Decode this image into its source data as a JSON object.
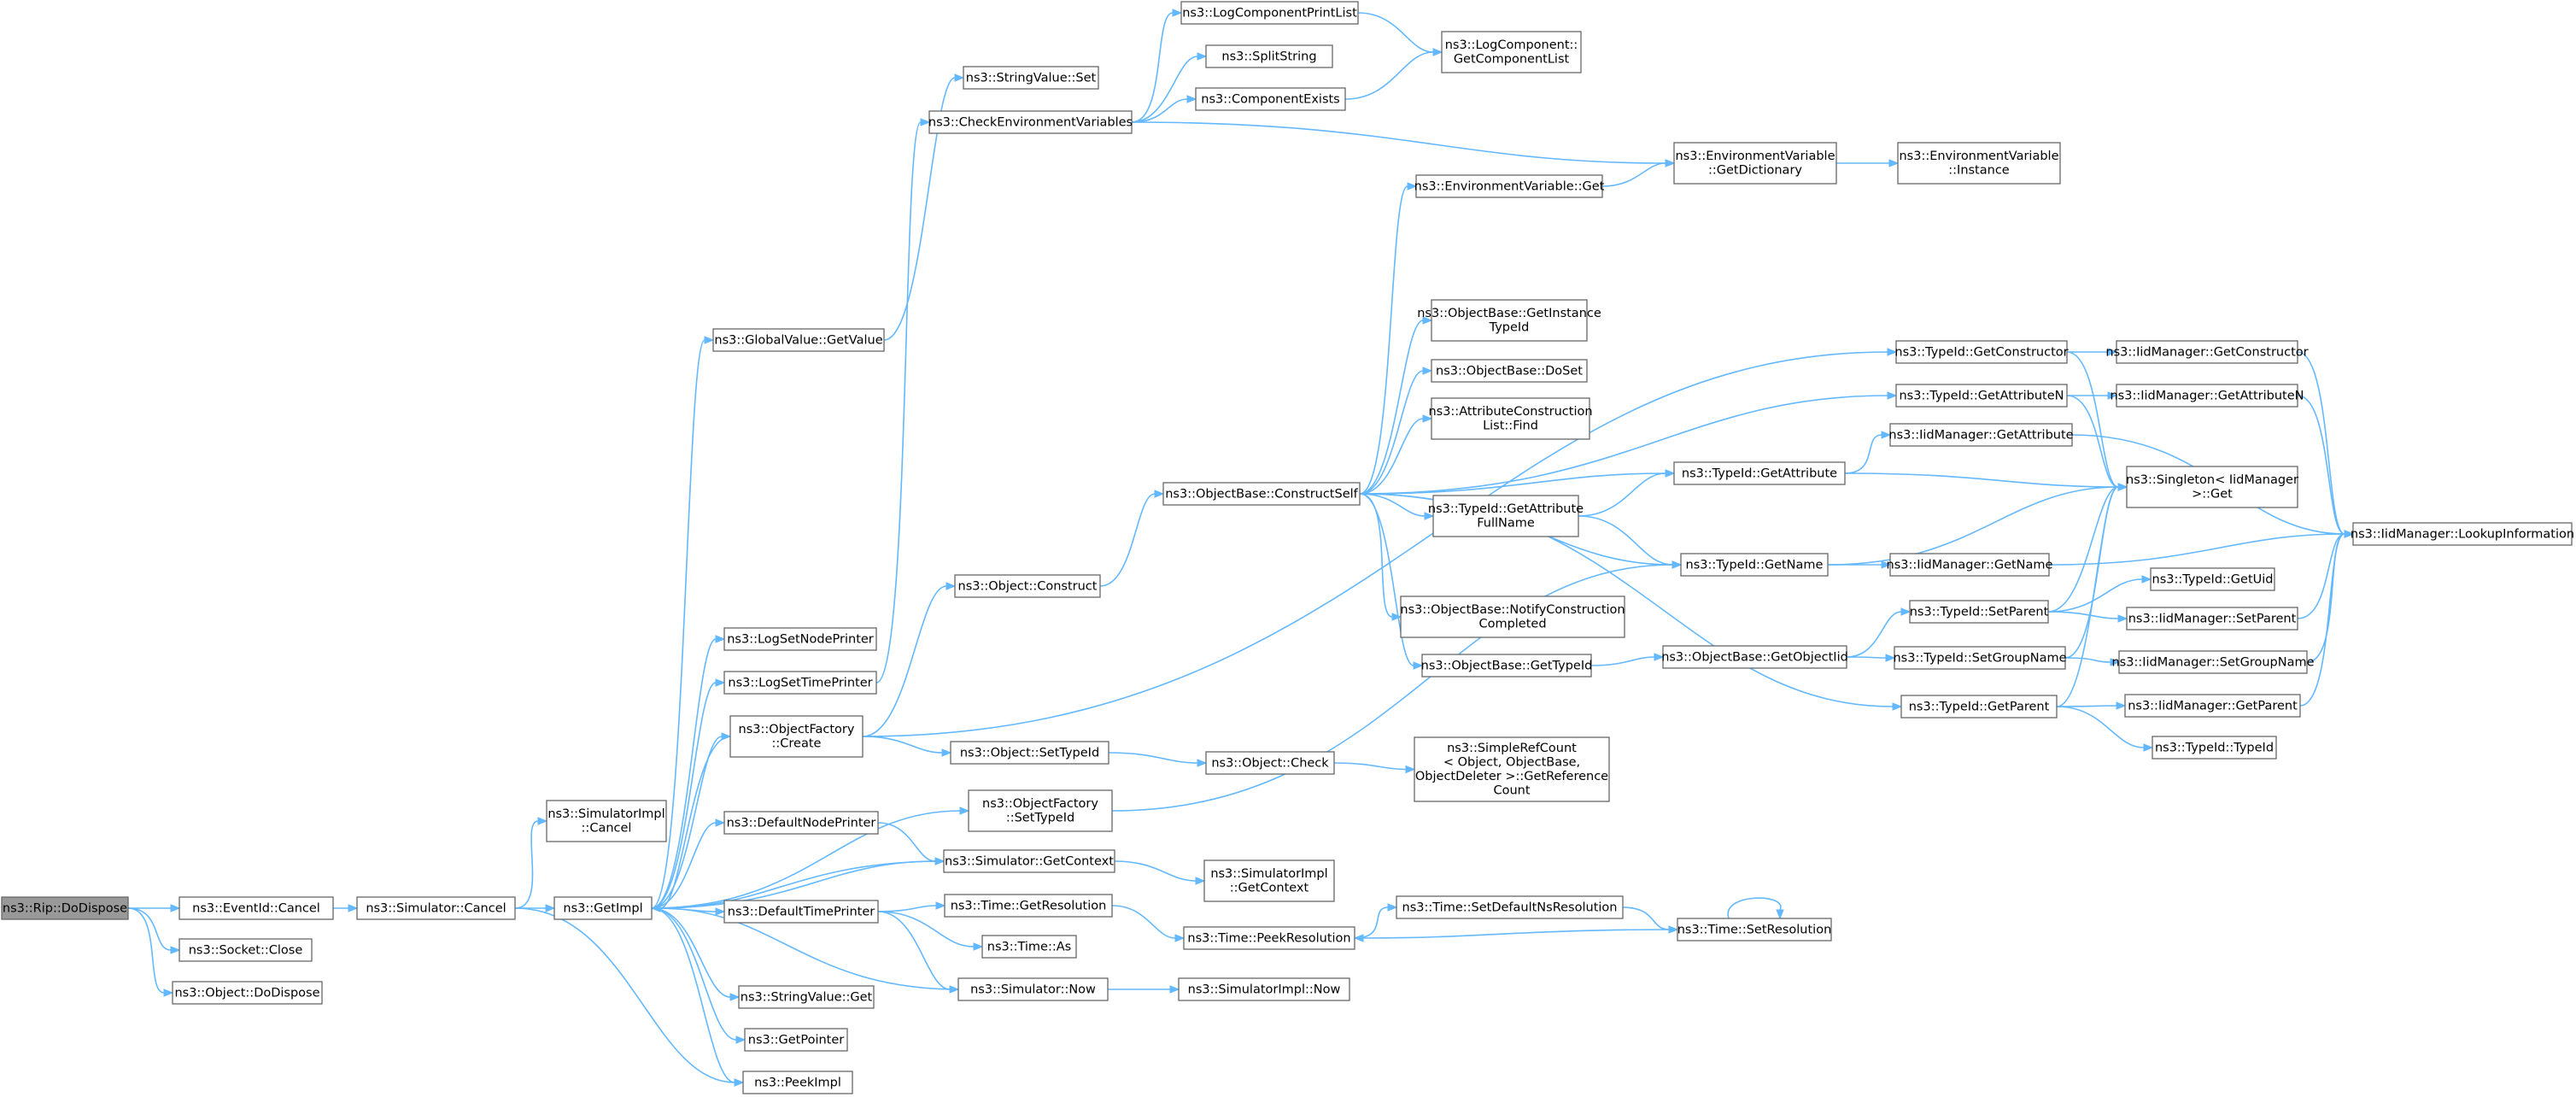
{
  "graph": {
    "edge_color": "#63b8ff",
    "node_border_color": "#666666",
    "focus_fill_color": "#999999",
    "nodes": [
      {
        "id": "n0",
        "lines": [
          "ns3::Rip::DoDispose"
        ],
        "focus": true
      },
      {
        "id": "n1",
        "lines": [
          "ns3::EventId::Cancel"
        ]
      },
      {
        "id": "n2",
        "lines": [
          "ns3::Socket::Close"
        ]
      },
      {
        "id": "n3",
        "lines": [
          "ns3::Object::DoDispose"
        ]
      },
      {
        "id": "n4",
        "lines": [
          "ns3::Simulator::Cancel"
        ]
      },
      {
        "id": "n5",
        "lines": [
          "ns3::SimulatorImpl",
          "::Cancel"
        ]
      },
      {
        "id": "n6",
        "lines": [
          "ns3::GetImpl"
        ]
      },
      {
        "id": "n7",
        "lines": [
          "ns3::PeekImpl"
        ]
      },
      {
        "id": "n8",
        "lines": [
          "ns3::GlobalValue::GetValue"
        ]
      },
      {
        "id": "n9",
        "lines": [
          "ns3::LogSetNodePrinter"
        ]
      },
      {
        "id": "n10",
        "lines": [
          "ns3::LogSetTimePrinter"
        ]
      },
      {
        "id": "n11",
        "lines": [
          "ns3::ObjectFactory",
          "::Create"
        ]
      },
      {
        "id": "n12",
        "lines": [
          "ns3::DefaultNodePrinter"
        ]
      },
      {
        "id": "n13",
        "lines": [
          "ns3::DefaultTimePrinter"
        ]
      },
      {
        "id": "n14",
        "lines": [
          "ns3::StringValue::Get"
        ]
      },
      {
        "id": "n15",
        "lines": [
          "ns3::GetPointer"
        ]
      },
      {
        "id": "n16",
        "lines": [
          "ns3::StringValue::Set"
        ]
      },
      {
        "id": "n17",
        "lines": [
          "ns3::CheckEnvironmentVariables"
        ]
      },
      {
        "id": "n18",
        "lines": [
          "ns3::Object::Construct"
        ]
      },
      {
        "id": "n19",
        "lines": [
          "ns3::Object::SetTypeId"
        ]
      },
      {
        "id": "n20",
        "lines": [
          "ns3::ObjectFactory",
          "::SetTypeId"
        ]
      },
      {
        "id": "n21",
        "lines": [
          "ns3::Simulator::GetContext"
        ]
      },
      {
        "id": "n22",
        "lines": [
          "ns3::Time::GetResolution"
        ]
      },
      {
        "id": "n23",
        "lines": [
          "ns3::Time::As"
        ]
      },
      {
        "id": "n24",
        "lines": [
          "ns3::Simulator::Now"
        ]
      },
      {
        "id": "n25",
        "lines": [
          "ns3::LogComponentPrintList"
        ]
      },
      {
        "id": "n26",
        "lines": [
          "ns3::SplitString"
        ]
      },
      {
        "id": "n27",
        "lines": [
          "ns3::ComponentExists"
        ]
      },
      {
        "id": "n28",
        "lines": [
          "ns3::ObjectBase::ConstructSelf"
        ]
      },
      {
        "id": "n29",
        "lines": [
          "ns3::Object::Check"
        ]
      },
      {
        "id": "n30",
        "lines": [
          "ns3::SimulatorImpl",
          "::GetContext"
        ]
      },
      {
        "id": "n31",
        "lines": [
          "ns3::Time::PeekResolution"
        ]
      },
      {
        "id": "n32",
        "lines": [
          "ns3::SimulatorImpl::Now"
        ]
      },
      {
        "id": "n33",
        "lines": [
          "ns3::LogComponent::",
          "GetComponentList"
        ]
      },
      {
        "id": "n34",
        "lines": [
          "ns3::EnvironmentVariable::Get"
        ]
      },
      {
        "id": "n35",
        "lines": [
          "ns3::ObjectBase::GetInstance",
          "TypeId"
        ]
      },
      {
        "id": "n36",
        "lines": [
          "ns3::ObjectBase::DoSet"
        ]
      },
      {
        "id": "n37",
        "lines": [
          "ns3::AttributeConstruction",
          "List::Find"
        ]
      },
      {
        "id": "n38",
        "lines": [
          "ns3::TypeId::GetAttribute",
          "FullName"
        ]
      },
      {
        "id": "n39",
        "lines": [
          "ns3::ObjectBase::NotifyConstruction",
          "Completed"
        ]
      },
      {
        "id": "n40",
        "lines": [
          "ns3::ObjectBase::GetTypeId"
        ]
      },
      {
        "id": "n41",
        "lines": [
          "ns3::SimpleRefCount",
          "< Object, ObjectBase,",
          "ObjectDeleter >::GetReference",
          "Count"
        ]
      },
      {
        "id": "n42",
        "lines": [
          "ns3::Time::SetDefaultNsResolution"
        ]
      },
      {
        "id": "n43",
        "lines": [
          "ns3::EnvironmentVariable",
          "::GetDictionary"
        ]
      },
      {
        "id": "n44",
        "lines": [
          "ns3::TypeId::GetAttribute"
        ]
      },
      {
        "id": "n45",
        "lines": [
          "ns3::TypeId::GetName"
        ]
      },
      {
        "id": "n46",
        "lines": [
          "ns3::ObjectBase::GetObjectIid"
        ]
      },
      {
        "id": "n47",
        "lines": [
          "ns3::Time::SetResolution"
        ]
      },
      {
        "id": "n48",
        "lines": [
          "ns3::EnvironmentVariable",
          "::Instance"
        ]
      },
      {
        "id": "n49",
        "lines": [
          "ns3::TypeId::GetConstructor"
        ]
      },
      {
        "id": "n50",
        "lines": [
          "ns3::TypeId::GetAttributeN"
        ]
      },
      {
        "id": "n51",
        "lines": [
          "ns3::IidManager::GetAttribute"
        ]
      },
      {
        "id": "n52",
        "lines": [
          "ns3::IidManager::GetName"
        ]
      },
      {
        "id": "n53",
        "lines": [
          "ns3::TypeId::SetParent"
        ]
      },
      {
        "id": "n54",
        "lines": [
          "ns3::TypeId::SetGroupName"
        ]
      },
      {
        "id": "n55",
        "lines": [
          "ns3::TypeId::GetParent"
        ]
      },
      {
        "id": "n56",
        "lines": [
          "ns3::IidManager::GetConstructor"
        ]
      },
      {
        "id": "n57",
        "lines": [
          "ns3::IidManager::GetAttributeN"
        ]
      },
      {
        "id": "n58",
        "lines": [
          "ns3::Singleton< IidManager",
          ">::Get"
        ]
      },
      {
        "id": "n59",
        "lines": [
          "ns3::TypeId::GetUid"
        ]
      },
      {
        "id": "n60",
        "lines": [
          "ns3::IidManager::SetParent"
        ]
      },
      {
        "id": "n61",
        "lines": [
          "ns3::IidManager::SetGroupName"
        ]
      },
      {
        "id": "n62",
        "lines": [
          "ns3::IidManager::GetParent"
        ]
      },
      {
        "id": "n63",
        "lines": [
          "ns3::TypeId::TypeId"
        ]
      },
      {
        "id": "n64",
        "lines": [
          "ns3::IidManager::LookupInformation"
        ]
      }
    ],
    "edges": [
      [
        "n0",
        "n1"
      ],
      [
        "n0",
        "n2"
      ],
      [
        "n0",
        "n3"
      ],
      [
        "n1",
        "n4"
      ],
      [
        "n4",
        "n5"
      ],
      [
        "n4",
        "n6"
      ],
      [
        "n4",
        "n7"
      ],
      [
        "n6",
        "n7"
      ],
      [
        "n6",
        "n8"
      ],
      [
        "n6",
        "n9"
      ],
      [
        "n6",
        "n10"
      ],
      [
        "n6",
        "n11"
      ],
      [
        "n6",
        "n12"
      ],
      [
        "n6",
        "n13"
      ],
      [
        "n6",
        "n14"
      ],
      [
        "n6",
        "n15"
      ],
      [
        "n6",
        "n20"
      ],
      [
        "n6",
        "n21"
      ],
      [
        "n8",
        "n16"
      ],
      [
        "n10",
        "n17"
      ],
      [
        "n11",
        "n6"
      ],
      [
        "n11",
        "n18"
      ],
      [
        "n11",
        "n19"
      ],
      [
        "n11",
        "n49"
      ],
      [
        "n12",
        "n21"
      ],
      [
        "n13",
        "n22"
      ],
      [
        "n13",
        "n23"
      ],
      [
        "n13",
        "n24"
      ],
      [
        "n17",
        "n25"
      ],
      [
        "n17",
        "n26"
      ],
      [
        "n17",
        "n27"
      ],
      [
        "n17",
        "n43"
      ],
      [
        "n18",
        "n28"
      ],
      [
        "n19",
        "n29"
      ],
      [
        "n20",
        "n45"
      ],
      [
        "n21",
        "n6"
      ],
      [
        "n21",
        "n30"
      ],
      [
        "n22",
        "n31"
      ],
      [
        "n24",
        "n6"
      ],
      [
        "n24",
        "n32"
      ],
      [
        "n25",
        "n33"
      ],
      [
        "n27",
        "n33"
      ],
      [
        "n28",
        "n34"
      ],
      [
        "n28",
        "n35"
      ],
      [
        "n28",
        "n36"
      ],
      [
        "n28",
        "n37"
      ],
      [
        "n28",
        "n38"
      ],
      [
        "n28",
        "n39"
      ],
      [
        "n28",
        "n40"
      ],
      [
        "n28",
        "n44"
      ],
      [
        "n28",
        "n45"
      ],
      [
        "n28",
        "n50"
      ],
      [
        "n28",
        "n55"
      ],
      [
        "n29",
        "n41"
      ],
      [
        "n31",
        "n42"
      ],
      [
        "n34",
        "n43"
      ],
      [
        "n38",
        "n44"
      ],
      [
        "n38",
        "n45"
      ],
      [
        "n40",
        "n46"
      ],
      [
        "n42",
        "n47"
      ],
      [
        "n43",
        "n48"
      ],
      [
        "n44",
        "n51"
      ],
      [
        "n44",
        "n58"
      ],
      [
        "n45",
        "n52"
      ],
      [
        "n45",
        "n58"
      ],
      [
        "n46",
        "n53"
      ],
      [
        "n46",
        "n54"
      ],
      [
        "n47",
        "n31"
      ],
      [
        "n47",
        "n47"
      ],
      [
        "n49",
        "n56"
      ],
      [
        "n49",
        "n58"
      ],
      [
        "n50",
        "n57"
      ],
      [
        "n50",
        "n58"
      ],
      [
        "n51",
        "n64"
      ],
      [
        "n52",
        "n64"
      ],
      [
        "n53",
        "n58"
      ],
      [
        "n53",
        "n59"
      ],
      [
        "n53",
        "n60"
      ],
      [
        "n54",
        "n58"
      ],
      [
        "n54",
        "n61"
      ],
      [
        "n55",
        "n58"
      ],
      [
        "n55",
        "n62"
      ],
      [
        "n55",
        "n63"
      ],
      [
        "n56",
        "n64"
      ],
      [
        "n57",
        "n64"
      ],
      [
        "n60",
        "n64"
      ],
      [
        "n61",
        "n64"
      ],
      [
        "n62",
        "n64"
      ]
    ]
  }
}
